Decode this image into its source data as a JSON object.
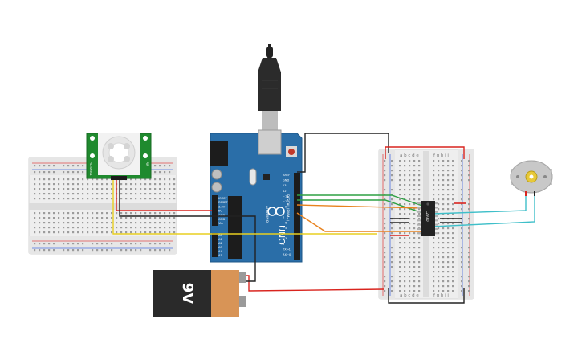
{
  "circuit": {
    "battery": {
      "label": "9V"
    },
    "arduino": {
      "brand": "UNO",
      "logo_text": "ARDUINO",
      "digital_label": "DIGITAL (PWM~)",
      "power_header_labels": [
        "IOREF",
        "RESET",
        "3.3V",
        "5V",
        "GND",
        "GND",
        "Vin"
      ],
      "analog_header_labels": [
        "A0",
        "A1",
        "A2",
        "A3",
        "A4",
        "A5"
      ],
      "digital_pin_labels": [
        "AREF",
        "GND",
        "13",
        "12",
        "~11",
        "~10",
        "~9",
        "8",
        "7",
        "~6",
        "~5",
        "4",
        "~3",
        "2",
        "TX→1",
        "RX←0"
      ]
    },
    "pir_sensor": {
      "left_label": "HC-SR501",
      "right_label": "PIR"
    },
    "driver_chip": {
      "label": "L293D"
    },
    "right_breadboard": {
      "column_letters_left": "a b c d e",
      "column_letters_right": "f g h i j"
    },
    "colors": {
      "arduino_board": "#2a6ea8",
      "pir_board": "#1f8a2e",
      "battery_body": "#2a2a2a",
      "battery_label": "#d89456",
      "wire_red": "#d9241e",
      "wire_black": "#222222",
      "wire_green": "#2ea043",
      "wire_orange": "#e8821e",
      "wire_yellow": "#e8cf20",
      "wire_teal": "#3fbfc9",
      "breadboard": "#efefef",
      "motor_body": "#c8c8c8"
    }
  }
}
